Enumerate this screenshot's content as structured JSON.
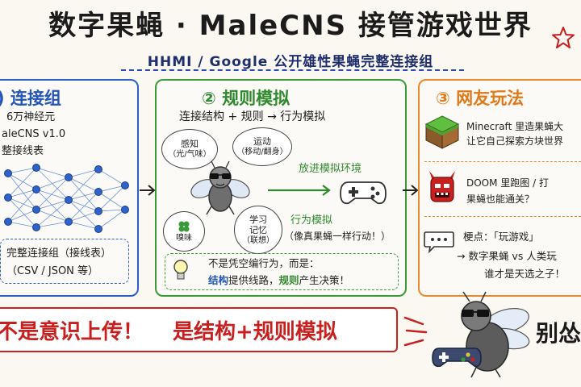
{
  "title": "数字果蝇 · MaleCNS 接管游戏世界",
  "subtitle": "HHMI / Google 公开雄性果蝇完整连接组",
  "panel1": {
    "heading": ") 连接组",
    "lines": [
      "6万神经元",
      "aleCNS v1.0",
      "整接线表"
    ],
    "box_lines": [
      "完整连接组（接线表）",
      "（CSV / JSON 等）"
    ]
  },
  "panel2": {
    "heading": "② 规则模拟",
    "formula": "连接结构 + 规则 → 行为模拟",
    "bubble_sense": [
      "感知",
      "（光/气味）"
    ],
    "bubble_move": [
      "运动",
      "（移动/翻身）"
    ],
    "bubble_smell": "嗅味",
    "bubble_memory": [
      "学习",
      "记忆",
      "（联想）"
    ],
    "arrow_label": "放进模拟环境",
    "behavior": [
      "行为模拟",
      "（像真果蝇一样行动！）"
    ],
    "note_line1": "不是凭空编行为，而是：",
    "note_line2_a": "结构",
    "note_line2_b": "提供线路，",
    "note_line2_c": "规则",
    "note_line2_d": "产生决策！"
  },
  "panel3": {
    "heading": "③ 网友玩法",
    "item1": [
      "Minecraft 里造果蝇大",
      "让它自己探索方块世界"
    ],
    "item2": [
      "DOOM 里跑图 / 打",
      "果蝇也能通关？"
    ],
    "item3": [
      "梗点：「玩游戏」",
      "→ 数字果蝇 vs 人类玩",
      "谁才是天选之子！"
    ]
  },
  "banner": {
    "part1": "不是意识上传！",
    "part2": "是结构+规则模拟"
  },
  "corner_text": "别怂",
  "colors": {
    "blue": "#2455b8",
    "green": "#2f8a2f",
    "orange": "#e07a1a",
    "red": "#c8201f"
  }
}
